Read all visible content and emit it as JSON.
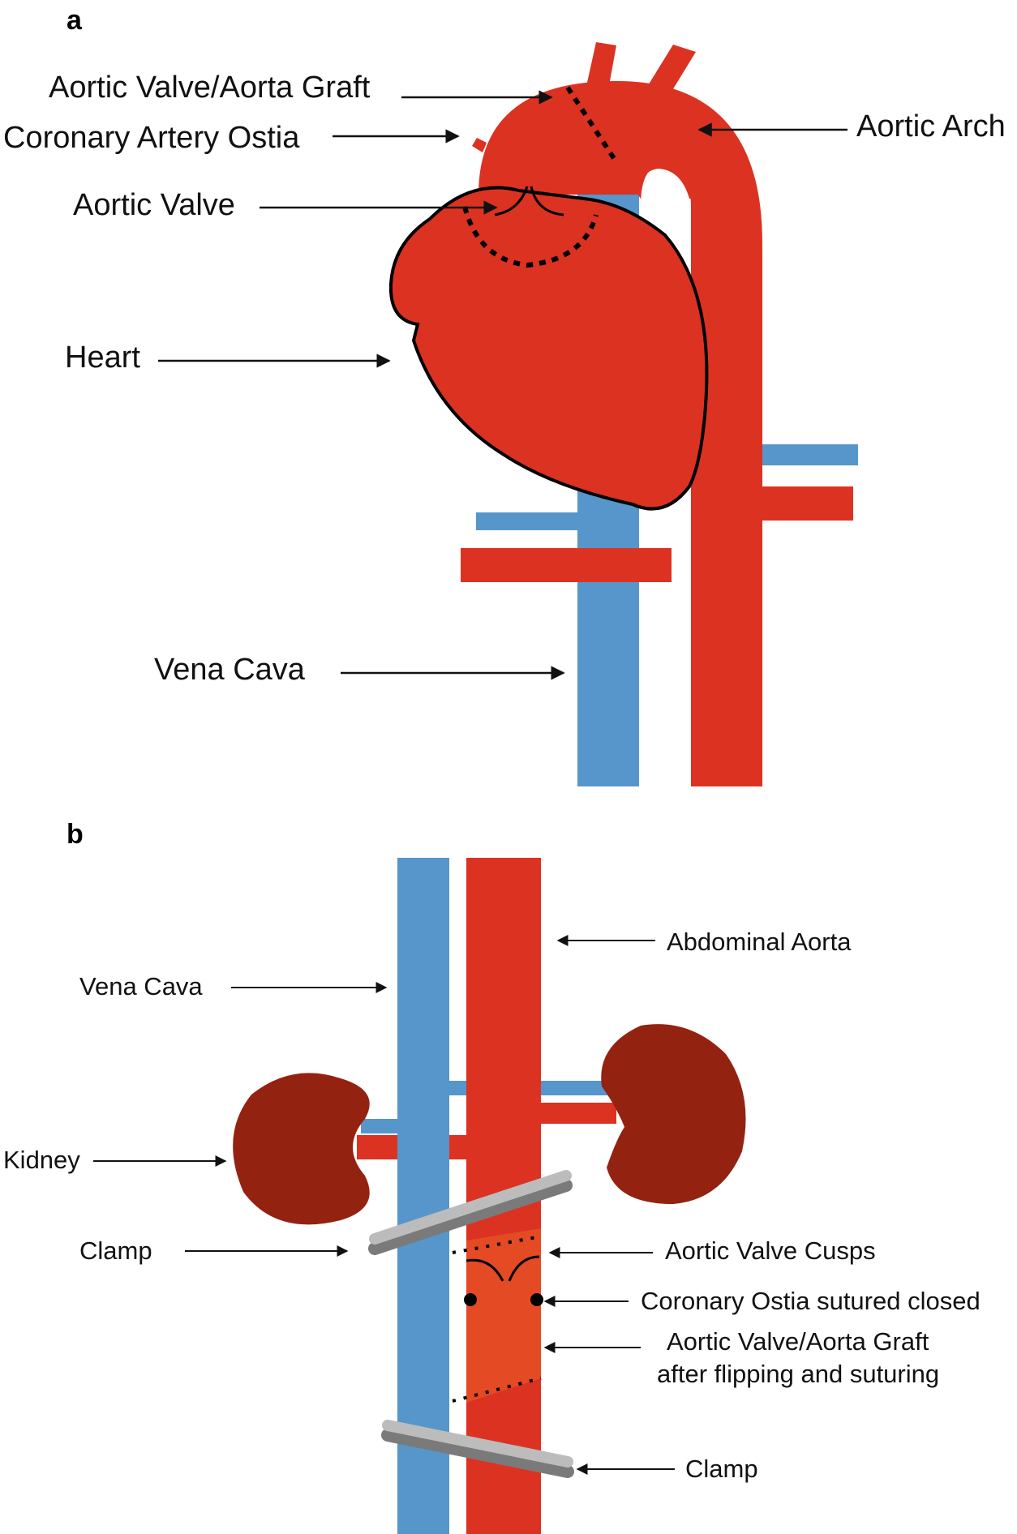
{
  "panel_a": {
    "letter": "a",
    "labels": {
      "aortic_valve_aorta_graft": "Aortic Valve/Aorta Graft",
      "coronary_artery_ostia": "Coronary Artery Ostia",
      "aortic_arch": "Aortic Arch",
      "aortic_valve": "Aortic Valve",
      "heart": "Heart",
      "vena_cava": "Vena Cava"
    }
  },
  "panel_b": {
    "letter": "b",
    "labels": {
      "abdominal_aorta": "Abdominal Aorta",
      "vena_cava": "Vena Cava",
      "kidney": "Kidney",
      "clamp_top": "Clamp",
      "aortic_valve_cusps": "Aortic Valve Cusps",
      "coronary_ostia_sutured": "Coronary Ostia sutured closed",
      "graft_line1": "Aortic Valve/Aorta Graft",
      "graft_line2": "after flipping and suturing",
      "clamp_bottom": "Clamp"
    }
  },
  "colors": {
    "artery_red": "#dc3222",
    "vein_blue": "#5696cb",
    "kidney_dark": "#942210",
    "graft_orange": "#e44a24",
    "clamp_gray": "#bcbcbc"
  }
}
